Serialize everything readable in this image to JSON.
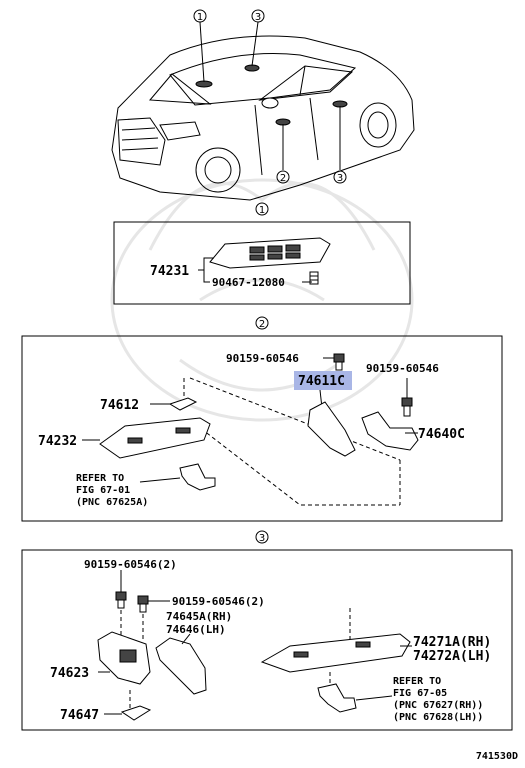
{
  "diagram_code": "741530D",
  "callouts": {
    "c1": "1",
    "c2": "2",
    "c3": "3"
  },
  "section1": {
    "title": "1",
    "labels": {
      "p74231": "74231",
      "p90467": "90467-12080"
    }
  },
  "section2": {
    "title": "2",
    "labels": {
      "bolt_top": "90159-60546",
      "bolt_right": "90159-60546",
      "p74611c": "74611C",
      "p74612": "74612",
      "p74232": "74232",
      "p74640c": "74640C",
      "refer_1": "REFER TO",
      "refer_2": "FIG 67-01",
      "refer_3": "(PNC 67625A)"
    },
    "highlight_color": "#a9b6e6"
  },
  "section3": {
    "title": "3",
    "labels": {
      "bolt_a": "90159-60546(2)",
      "bolt_b": "90159-60546(2)",
      "p74645a": "74645A(RH)",
      "p74646": "74646(LH)",
      "p74623": "74623",
      "p74647": "74647",
      "p74271a": "74271A(RH)",
      "p74272a": "74272A(LH)",
      "refer_1": "REFER TO",
      "refer_2": "FIG 67-05",
      "refer_3": "(PNC 67627(RH))",
      "refer_4": "(PNC 67628(LH))"
    }
  }
}
